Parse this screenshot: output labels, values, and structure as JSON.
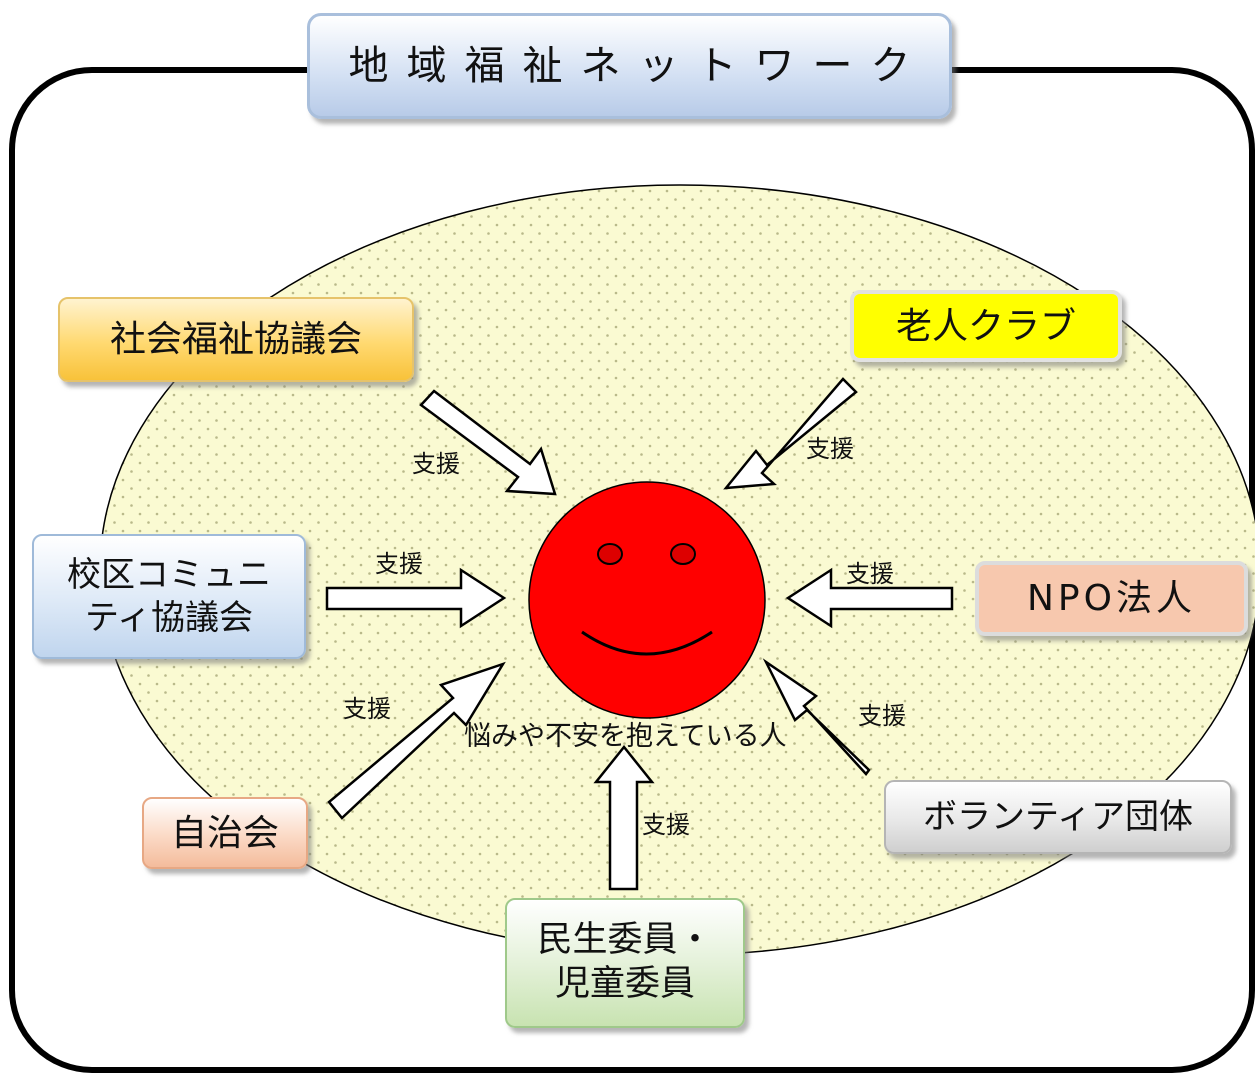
{
  "title": "地域福祉ネットワーク",
  "center": {
    "label": "悩みや不安を抱えている人"
  },
  "support_label": "支援",
  "organizations": {
    "shakyo": "社会福祉協議会",
    "koku_line1": "校区コミュニ",
    "koku_line2": "ティ協議会",
    "jichi": "自治会",
    "minsei_line1": "民生委員・",
    "minsei_line2": "児童委員",
    "volunteer": "ボランティア団体",
    "npo": "NPO法人",
    "rojin": "老人クラブ"
  },
  "colors": {
    "face": "#ff0000",
    "ellipse_fill": "#fafad2",
    "shakyo": "#ffd970",
    "koku": "#dde9f7",
    "jichi": "#fbd9c5",
    "minsei": "#e2f0d6",
    "volunteer": "#e8e8e8",
    "npo": "#f7c8ae",
    "rojin": "#ffff00"
  }
}
